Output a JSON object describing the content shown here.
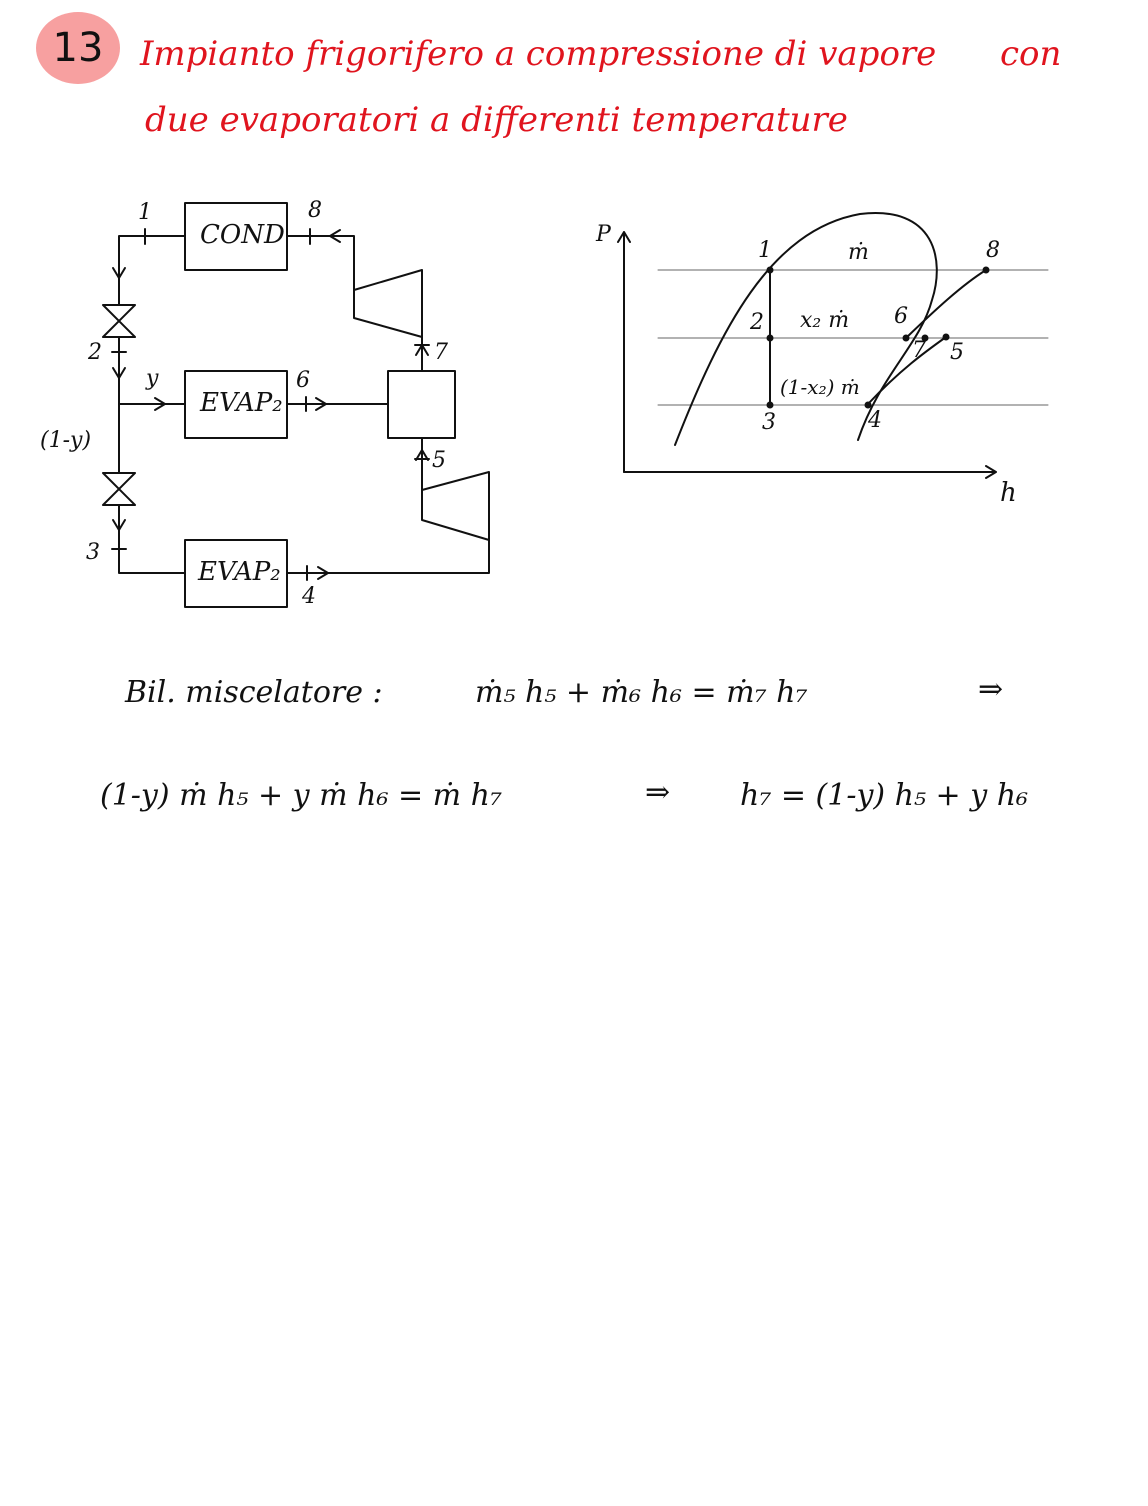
{
  "header": {
    "number": "13",
    "title_line1": "Impianto frigorifero a compressione di vapore",
    "title_line1_end": "con",
    "title_line2": "due evaporatori a differenti temperature"
  },
  "circuit": {
    "cond_label": "COND",
    "evap_upper_label": "EVAP₂",
    "evap_lower_label": "EVAP₂",
    "node_1": "1",
    "node_2": "2",
    "node_3": "3",
    "node_4": "4",
    "node_5": "5",
    "node_6": "6",
    "node_7": "7",
    "node_8": "8",
    "flow_y": "y",
    "flow_1_minus_y": "(1-y)"
  },
  "ph_diagram": {
    "axis_p": "P",
    "axis_h": "h",
    "pt_1": "1",
    "pt_2": "2",
    "pt_3": "3",
    "pt_4": "4",
    "pt_5": "5",
    "pt_6": "6",
    "pt_7": "7",
    "pt_8": "8",
    "flow_top": "ṁ",
    "flow_mid": "x₂ ṁ",
    "flow_low": "(1-x₂) ṁ"
  },
  "equations": {
    "eq1_label": "Bil. miscelatore :",
    "eq1_body": "ṁ₅ h₅ + ṁ₆ h₆ = ṁ₇ h₇",
    "eq1_arrow": "⇒",
    "eq2_body": "(1-y) ṁ h₅ + y ṁ h₆ = ṁ h₇",
    "eq2_arrow": "⇒",
    "eq2_result": "h₇ = (1-y) h₅ + y h₆"
  },
  "colors": {
    "ink": "#111111",
    "title": "#e0141e",
    "badge": "#f7a0a0"
  }
}
